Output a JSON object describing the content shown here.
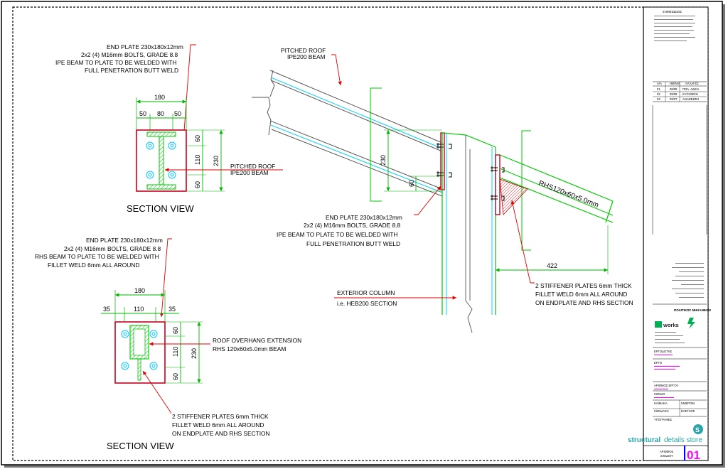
{
  "detail_a": {
    "notes": [
      "END PLATE 230x180x12mm",
      "2x2 (4) M16mm BOLTS, GRADE 8.8",
      "IPE BEAM TO PLATE TO BE WELDED WITH",
      "FULL PENETRATION BUTT WELD"
    ],
    "dim_width": "180",
    "dim_parts": [
      "50",
      "80",
      "50"
    ],
    "dim_vert": [
      "60",
      "110",
      "60"
    ],
    "dim_total": "230",
    "beam_label": [
      "PITCHED ROOF",
      "IPE200 BEAM"
    ],
    "title": "SECTION VIEW"
  },
  "detail_b": {
    "notes": [
      "END PLATE 230x180x12mm",
      "2x2 (4) M16mm BOLTS, GRADE 8.8",
      "RHS BEAM TO PLATE TO BE WELDED WITH",
      "FILLET WELD 6mm ALL AROUND"
    ],
    "dim_width": "180",
    "dim_parts": [
      "35",
      "110",
      "35"
    ],
    "dim_vert": [
      "60",
      "110",
      "60"
    ],
    "dim_total": "230",
    "beam_label": [
      "ROOF OVERHANG EXTENSION",
      "RHS 120x60x5.0mm BEAM"
    ],
    "stiffener_note": [
      "2 STIFFENER PLATES 6mm THICK",
      "FILLET WELD 6mm ALL AROUND",
      "ON ENDPLATE AND RHS SECTION"
    ],
    "title": "SECTION VIEW"
  },
  "elevation": {
    "roof_label": [
      "PITCHED ROOF",
      "IPE200 BEAM"
    ],
    "end_plate_note": [
      "END PLATE 230x180x12mm",
      "2x2 (4) M16mm BOLTS, GRADE 8.8",
      "IPE BEAM TO PLATE TO BE WELDED WITH",
      "FULL PENETRATION BUTT WELD"
    ],
    "dim_230": "230",
    "dim_60": "60",
    "rhs_label": "RHS120x60x5.0mm",
    "dim_422": "422",
    "stiffener_note": [
      "2 STIFFENER PLATES 6mm THICK",
      "FILLET WELD 6mm ALL AROUND",
      "ON ENDPLATE AND RHS SECTION"
    ],
    "column_label": [
      "EXTERIOR COLUMN",
      "i.e. HEB200 SECTION"
    ]
  },
  "title_block": {
    "notes_header": "ΣΗΜΕΙΩΣΕΙΣ",
    "revision_headers": [
      "Α/Α",
      "ΗΜ/ΝΙΑ",
      "ΑΛΛΑΓΕΣ"
    ],
    "revisions": [
      [
        "01",
        "08/08",
        "ΠΟΛ. ΑΔΕΙΑ"
      ],
      [
        "02",
        "08/08",
        "ΚΑΤΑΘΕΣΗ"
      ],
      [
        "03",
        "09/07",
        "ΑΝΑΘΕΩΣΗ"
      ]
    ],
    "designer_label": "ΠΟΛΙΤΙΚΟΣ ΜΗΧΑΝΙΚΟΣ",
    "logo_word": "structural",
    "logo_word2": "works",
    "field_labels": [
      "ΕΡΓΟΔΟΤΗΣ",
      "ΕΡΓΟ",
      "ΑΡΙΘΜΟΣ ΕΡΓΟΥ",
      "ΣΧΕΔΙΟ",
      "ΚΛΙΜΑΚΑ",
      "ΗΜΕΡΟΜ",
      "ΣΧΕΔΙΑΣΗ",
      "ΕΛΕΓΧΟΣ",
      "ΥΠΟΓΡΑΦΕΣ"
    ],
    "sheet_label": [
      "ΑΡΙΘΜΟΣ",
      "ΣΧΕΔΙΟΥ"
    ],
    "sheet_number": "01",
    "brand_bold": "structural",
    "brand_light": "details store"
  },
  "colors": {
    "plate": "#d4002a",
    "steel": "#00c800",
    "dim": "#00b400",
    "cyan": "#00d0ff",
    "leader": "#e00000",
    "magenta": "#ff00ff"
  }
}
